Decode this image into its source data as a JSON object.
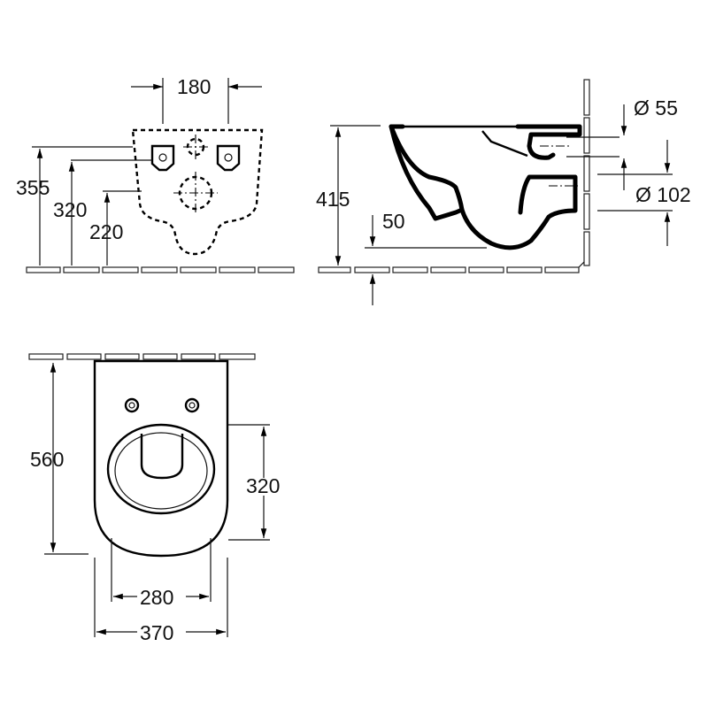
{
  "front_view": {
    "width_180": "180",
    "height_355": "355",
    "height_320": "320",
    "height_220": "220"
  },
  "side_view": {
    "height_415": "415",
    "offset_50": "50",
    "dia_55": "Ø 55",
    "dia_102": "Ø 102"
  },
  "top_view": {
    "length_560": "560",
    "seat_320": "320",
    "inner_280": "280",
    "width_370": "370"
  }
}
